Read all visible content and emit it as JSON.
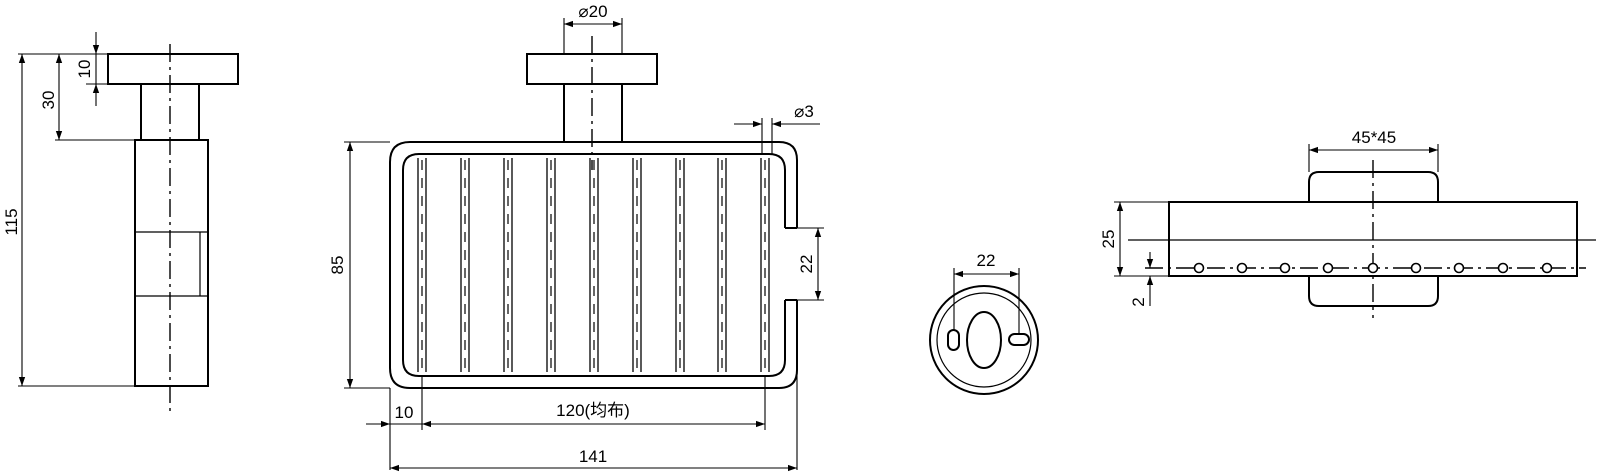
{
  "side_view": {
    "dims": {
      "height_total": "115",
      "height_mount": "30",
      "flange_thickness": "10"
    }
  },
  "front_view": {
    "dims": {
      "flange_diameter": "⌀20",
      "wire_diameter": "⌀3",
      "height": "85",
      "slot": "22",
      "offset": "10",
      "spacing": "120(均布)",
      "width": "141"
    }
  },
  "mount_plate": {
    "dims": {
      "hole_spacing": "22"
    }
  },
  "top_view": {
    "dims": {
      "plate_size": "45*45",
      "depth": "25",
      "wire_offset": "2"
    }
  }
}
